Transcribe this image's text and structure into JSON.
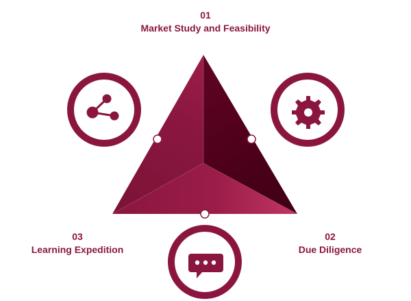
{
  "theme": {
    "accent": "#8a1640",
    "accent_dark": "#56001f",
    "accent_mid": "#741233",
    "accent_light": "#a21f4d",
    "background": "#ffffff"
  },
  "steps": [
    {
      "number": "01",
      "title": "Market Study and Feasibility",
      "icon": "share-icon"
    },
    {
      "number": "02",
      "title": "Due Diligence",
      "icon": "gear-icon"
    },
    {
      "number": "03",
      "title": "Learning Expedition",
      "icon": "chat-icon"
    }
  ]
}
